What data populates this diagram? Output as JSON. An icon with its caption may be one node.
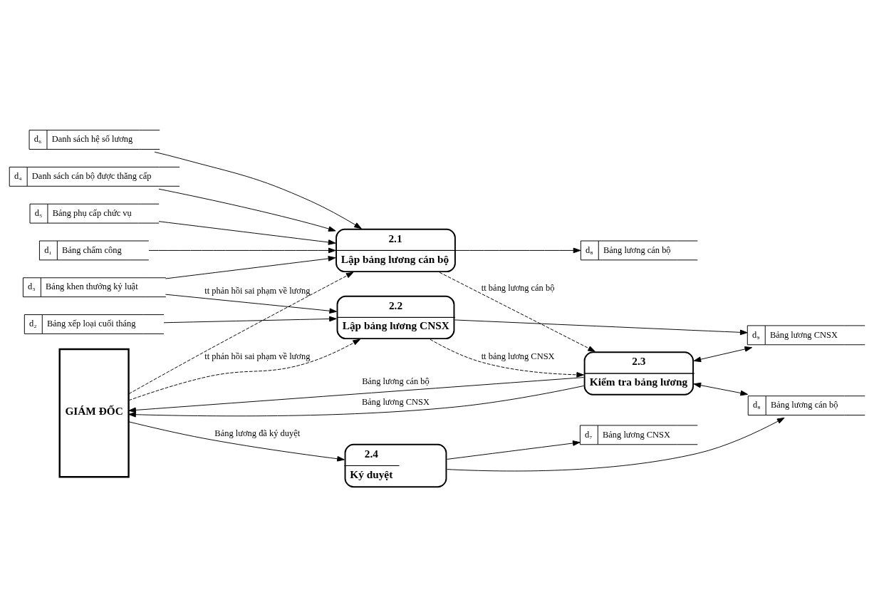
{
  "diagram": {
    "nodes": [
      {
        "text": [
          "GIÁM ĐỐC"
        ]
      },
      {
        "text": [
          "2.1",
          "Lập bảng lương cán bộ"
        ]
      },
      {
        "text": [
          "2.2",
          "Lập bảng lương CNSX"
        ]
      },
      {
        "text": [
          "2.3",
          "Kiểm tra bảng lương"
        ]
      },
      {
        "text": [
          "2.4",
          "Ký duyệt"
        ]
      },
      {
        "text": [
          "d₈",
          "Bảng lương cán bộ"
        ]
      },
      {
        "text": [
          "d₅",
          "Bảng phụ cấp chức vụ"
        ]
      },
      {
        "text": [
          "d₁",
          "Bảng chấm công"
        ]
      },
      {
        "text": [
          "d₆",
          "Danh sách hệ số lương"
        ]
      },
      {
        "text": [
          "d₄",
          "Danh sách cán bộ được thăng cấp"
        ]
      },
      {
        "text": [
          "d₃",
          "Bảng khen thưởng kỷ luật"
        ]
      },
      {
        "text": [
          "d₂",
          "Bảng xếp loại cuối tháng"
        ]
      },
      {
        "text": [
          "d₉",
          "Bảng lương CNSX"
        ]
      },
      {
        "text": [
          "d₈",
          "Bảng lương cán bộ"
        ]
      },
      {
        "text": [
          "d₇",
          "Bảng lương CNSX"
        ]
      }
    ],
    "edges": [
      {
        "from": 1,
        "to": 5,
        "arrow": "to"
      },
      {
        "from": 6,
        "to": 1,
        "arrow": "to"
      },
      {
        "from": 0,
        "to": 1,
        "arrow": "to",
        "style": "dashed",
        "label": "tt phản hồi sai phạm về lương"
      },
      {
        "from": 1,
        "to": 3,
        "arrow": "to",
        "style": "dashed",
        "label": "tt bảng lương cán bộ"
      },
      {
        "from": 2,
        "to": 3,
        "arrow": "to",
        "style": "dashed",
        "label": "tt bảng lương CNSX"
      },
      {
        "from": 0,
        "to": 2,
        "arrow": "to",
        "style": "dashed",
        "label": "tt phản hồi sai phạm về lương"
      },
      {
        "from": 7,
        "to": 1,
        "arrow": "to"
      },
      {
        "from": 8,
        "to": 1,
        "arrow": "to"
      },
      {
        "from": 9,
        "to": 1,
        "arrow": "to"
      },
      {
        "from": 10,
        "to": 1,
        "arrow": "to"
      },
      {
        "from": 10,
        "to": 2,
        "arrow": "to"
      },
      {
        "from": 11,
        "to": 2,
        "arrow": "to"
      },
      {
        "from": 2,
        "to": 12,
        "arrow": "to"
      },
      {
        "from": 3,
        "to": 12,
        "arrow": "both"
      },
      {
        "from": 3,
        "to": 13,
        "arrow": "both"
      },
      {
        "from": 3,
        "to": 0,
        "arrow": "to",
        "label": "Bảng lương cán bộ"
      },
      {
        "from": 3,
        "to": 0,
        "arrow": "to",
        "label": "Bảng lương CNSX"
      },
      {
        "from": 0,
        "to": 4,
        "arrow": "to",
        "label": "Bảng lương đã ký duyệt"
      },
      {
        "from": 4,
        "to": 13,
        "arrow": "to"
      },
      {
        "from": 4,
        "to": 14,
        "arrow": "to"
      }
    ]
  }
}
